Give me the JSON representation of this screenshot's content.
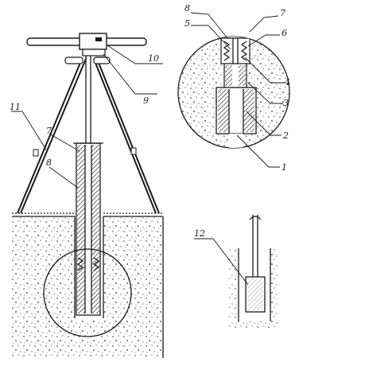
{
  "figure": {
    "main_view": {
      "labels": [
        {
          "id": "label-10",
          "text": "10"
        },
        {
          "id": "label-9",
          "text": "9"
        },
        {
          "id": "label-11",
          "text": "11"
        },
        {
          "id": "label-7",
          "text": "7"
        },
        {
          "id": "label-8",
          "text": "8"
        }
      ]
    },
    "detail_view": {
      "labels": [
        {
          "id": "label-8",
          "text": "8"
        },
        {
          "id": "label-7",
          "text": "7"
        },
        {
          "id": "label-5",
          "text": "5"
        },
        {
          "id": "label-6",
          "text": "6"
        },
        {
          "id": "label-4",
          "text": "4"
        },
        {
          "id": "label-3",
          "text": "3"
        },
        {
          "id": "label-2",
          "text": "2"
        },
        {
          "id": "label-1",
          "text": "1"
        }
      ]
    },
    "sample_view": {
      "labels": [
        {
          "id": "label-12",
          "text": "12"
        }
      ]
    }
  },
  "colors": {
    "ink": "#1a1a1a",
    "paper": "#ffffff",
    "hatch": "#2a2a2a"
  }
}
